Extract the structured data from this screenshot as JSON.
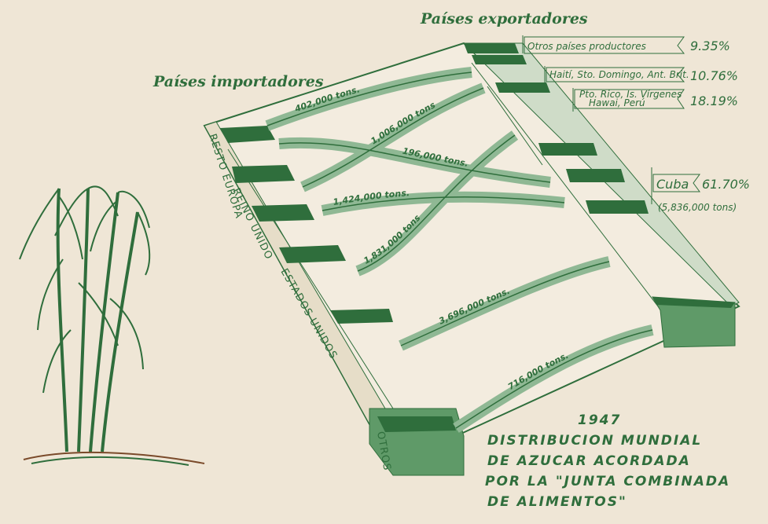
{
  "headings": {
    "exporters": "Países exportadores",
    "importers": "Países importadores"
  },
  "exporters": [
    {
      "label": "Otros países productores",
      "percent": "9.35%"
    },
    {
      "label": "Haití, Sto. Domingo, Ant. Brit.",
      "percent": "10.76%"
    },
    {
      "label_line1": "Pto. Rico, Is. Vírgenes",
      "label_line2": "Hawai, Perú",
      "percent": "18.19%"
    },
    {
      "label": "Cuba",
      "percent": "61.70%",
      "tons": "(5,836,000 tons)"
    }
  ],
  "importers": [
    "RESTO EUROPA",
    "REINO UNIDO",
    "ESTADOS UNIDOS",
    "OTROS"
  ],
  "flows": [
    "402,000 tons.",
    "1,006,000 tons",
    "196,000 tons.",
    "1,424,000 tons.",
    "1,831,000 tons",
    "3,696,000 tons.",
    "716,000 tons."
  ],
  "title": {
    "year": "1947",
    "line1": "DISTRIBUCION MUNDIAL",
    "line2": "DE AZUCAR ACORDADA",
    "line3": "POR LA \"JUNTA COMBINADA",
    "line4": "DE ALIMENTOS\""
  },
  "colors": {
    "green": "#2f6e3c",
    "paper": "#efe6d6",
    "light_green": "#8fb894"
  }
}
